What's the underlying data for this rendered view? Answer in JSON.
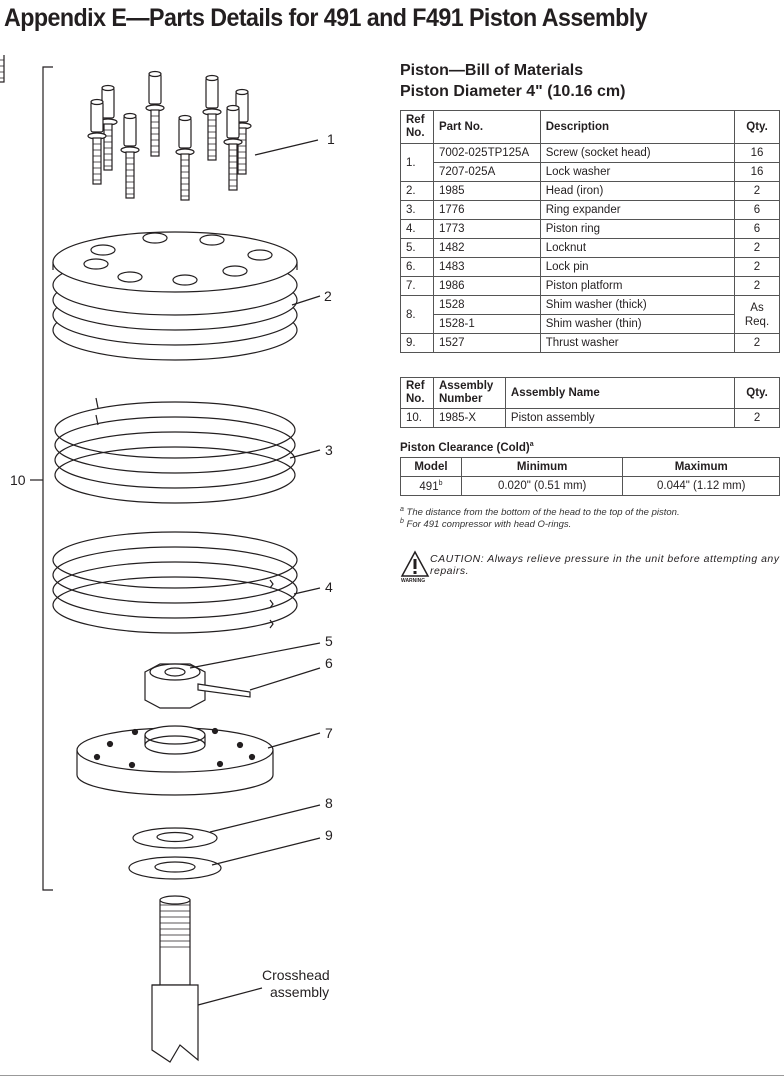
{
  "title": "Appendix E—Parts Details for 491 and F491 Piston Assembly",
  "bom": {
    "heading1": "Piston—Bill of Materials",
    "heading2": "Piston Diameter 4\" (10.16 cm)",
    "headers": {
      "ref": "Ref No.",
      "part": "Part No.",
      "desc": "Description",
      "qty": "Qty."
    },
    "rows": [
      {
        "ref": "1.",
        "part": "7002-025TP125A",
        "desc": "Screw (socket head)",
        "qty": "16"
      },
      {
        "ref": "",
        "part": "7207-025A",
        "desc": "Lock washer",
        "qty": "16"
      },
      {
        "ref": "2.",
        "part": "1985",
        "desc": "Head (iron)",
        "qty": "2"
      },
      {
        "ref": "3.",
        "part": "1776",
        "desc": "Ring expander",
        "qty": "6"
      },
      {
        "ref": "4.",
        "part": "1773",
        "desc": "Piston ring",
        "qty": "6"
      },
      {
        "ref": "5.",
        "part": "1482",
        "desc": "Locknut",
        "qty": "2"
      },
      {
        "ref": "6.",
        "part": "1483",
        "desc": "Lock pin",
        "qty": "2"
      },
      {
        "ref": "7.",
        "part": "1986",
        "desc": "Piston platform",
        "qty": "2"
      },
      {
        "ref": "8.",
        "part": "1528",
        "desc": "Shim washer (thick)",
        "qty": "As Req."
      },
      {
        "ref": "",
        "part": "1528-1",
        "desc": "Shim washer (thin)",
        "qty": ""
      },
      {
        "ref": "9.",
        "part": "1527",
        "desc": "Thrust washer",
        "qty": "2"
      }
    ]
  },
  "assembly": {
    "headers": {
      "ref": "Ref No.",
      "number": "Assembly Number",
      "name": "Assembly Name",
      "qty": "Qty."
    },
    "rows": [
      {
        "ref": "10.",
        "number": "1985-X",
        "name": "Piston assembly",
        "qty": "2"
      }
    ]
  },
  "clearance": {
    "title": "Piston Clearance (Cold)",
    "title_note": "a",
    "headers": {
      "model": "Model",
      "min": "Minimum",
      "max": "Maximum"
    },
    "rows": [
      {
        "model": "491",
        "model_note": "b",
        "min": "0.020\" (0.51 mm)",
        "max": "0.044\" (1.12 mm)"
      }
    ]
  },
  "footnotes": [
    {
      "mark": "a",
      "text": "The distance from the bottom of the head to the top of the piston."
    },
    {
      "mark": "b",
      "text": "For 491 compressor with head O-rings."
    }
  ],
  "caution": {
    "text": "CAUTION: Always relieve pressure in the unit before attempting any repairs.",
    "icon_label": "WARNING",
    "icon": "warning-triangle-icon"
  },
  "diagram": {
    "callouts": [
      "1",
      "2",
      "3",
      "4",
      "5",
      "6",
      "7",
      "8",
      "9",
      "10"
    ],
    "crosshead_line1": "Crosshead",
    "crosshead_line2": "assembly"
  }
}
